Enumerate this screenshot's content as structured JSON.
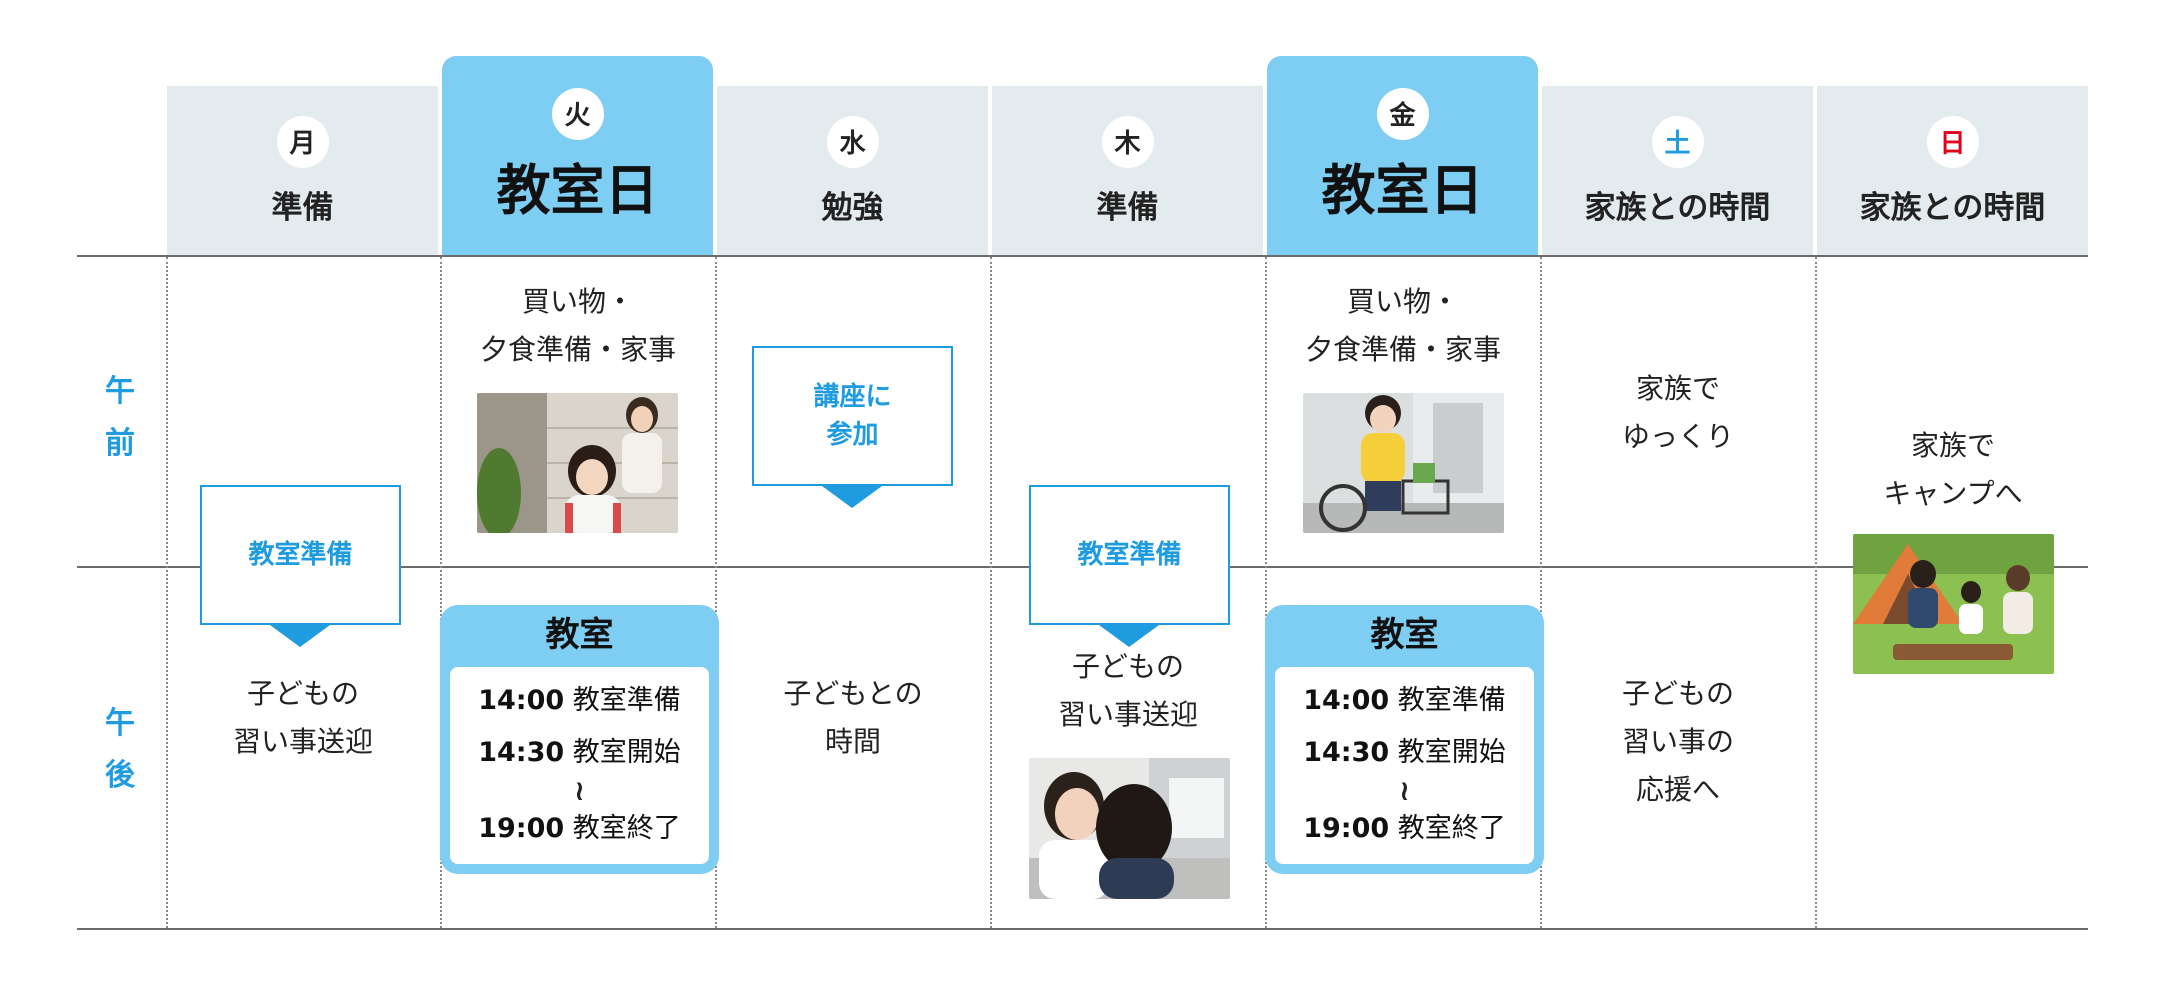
{
  "days": [
    {
      "day": "月",
      "label": "準備",
      "highlight": false,
      "day_color": "#222222"
    },
    {
      "day": "火",
      "label": "教室日",
      "highlight": true,
      "day_color": "#222222"
    },
    {
      "day": "水",
      "label": "勉強",
      "highlight": false,
      "day_color": "#222222"
    },
    {
      "day": "木",
      "label": "準備",
      "highlight": false,
      "day_color": "#222222"
    },
    {
      "day": "金",
      "label": "教室日",
      "highlight": true,
      "day_color": "#222222"
    },
    {
      "day": "土",
      "label": "家族との時間",
      "highlight": false,
      "day_color": "#1f9be0"
    },
    {
      "day": "日",
      "label": "家族との時間",
      "highlight": false,
      "day_color": "#e0001b"
    }
  ],
  "periods": {
    "am": {
      "line1": "午",
      "line2": "前"
    },
    "pm": {
      "line1": "午",
      "line2": "後"
    }
  },
  "cells": {
    "tue_am": {
      "line1": "買い物・",
      "line2": "夕食準備・家事"
    },
    "fri_am": {
      "line1": "買い物・",
      "line2": "夕食準備・家事"
    },
    "sat_am": {
      "line1": "家族で",
      "line2": "ゆっくり"
    },
    "sun": {
      "line1": "家族で",
      "line2": "キャンプへ"
    },
    "mon_pm": {
      "line1": "子どもの",
      "line2": "習い事送迎"
    },
    "wed_pm": {
      "line1": "子どもとの",
      "line2": "時間"
    },
    "thu_pm": {
      "line1": "子どもの",
      "line2": "習い事送迎"
    },
    "sat_pm": {
      "line1": "子どもの",
      "line2": "習い事の",
      "line3": "応援へ"
    }
  },
  "callouts": {
    "mon": "教室準備",
    "wed": {
      "line1": "講座に",
      "line2": "参加"
    },
    "thu": "教室準備"
  },
  "class_schedule": {
    "title": "教室",
    "rows": [
      {
        "time": "14:00",
        "label": "教室準備"
      },
      {
        "time": "14:30",
        "label": "教室開始"
      },
      {
        "time": "19:00",
        "label": "教室終了"
      }
    ],
    "tilde": "≀"
  },
  "colors": {
    "accent": "#1f9be0",
    "highlight": "#7ecdf3",
    "header_bg": "#e4ebee"
  },
  "photos": {
    "tue": "mother-and-daughter-photo",
    "fri": "woman-on-bicycle-photo",
    "thu": "car-pickup-photo",
    "sun": "family-camping-photo"
  }
}
